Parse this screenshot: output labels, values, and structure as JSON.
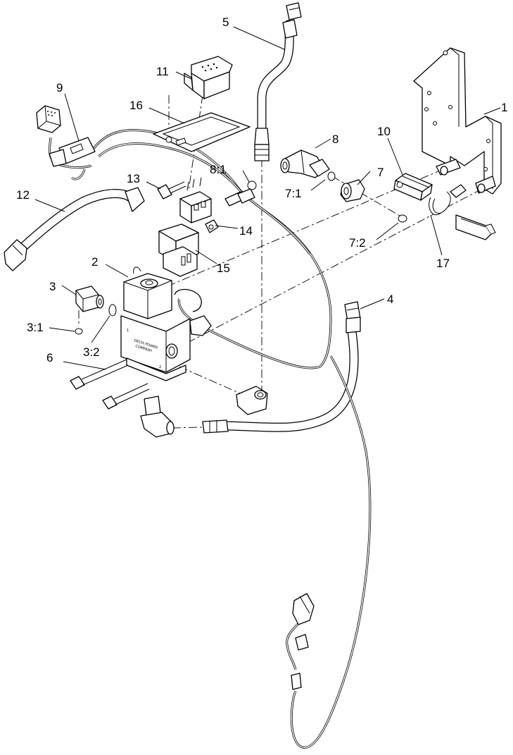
{
  "callouts": {
    "c1": "1",
    "c2": "2",
    "c3": "3",
    "c3_1": "3:1",
    "c3_2": "3:2",
    "c4": "4",
    "c5": "5",
    "c6": "6",
    "c7": "7",
    "c7_1": "7:1",
    "c7_2": "7:2",
    "c8": "8",
    "c8_1": "8:1",
    "c9": "9",
    "c10": "10",
    "c11": "11",
    "c12": "12",
    "c13": "13",
    "c14": "14",
    "c15": "15",
    "c16": "16",
    "c17": "17"
  },
  "valve_text": {
    "brand_line1": "DELTA POWER",
    "brand_line2": "COMPANY",
    "port_1": "1",
    "port_2": "2"
  }
}
